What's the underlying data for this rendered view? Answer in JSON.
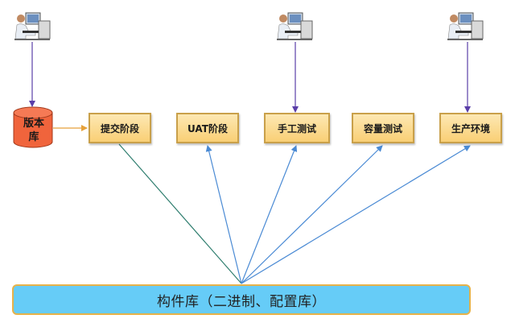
{
  "version_store": {
    "line1": "版本",
    "line2": "库"
  },
  "stages": [
    {
      "label": "提交阶段"
    },
    {
      "label": "UAT阶段"
    },
    {
      "label": "手工测试"
    },
    {
      "label": "容量测试"
    },
    {
      "label": "生产环境"
    }
  ],
  "artifact_repo": {
    "label": "构件库（二进制、配置库）"
  },
  "colors": {
    "stage_fill": "#f9cf75",
    "stage_border": "#c9a04a",
    "repo_fill": "#66ccf7",
    "repo_border": "#e6b24a",
    "cylinder_fill": "#f0643c",
    "user_arrow": "#5a3ea8",
    "repo_arrow": "#4a8ad4",
    "commit_line": "#2e7d6e"
  },
  "icons": {
    "user": "person-at-computer-icon",
    "store": "database-cylinder-icon"
  }
}
